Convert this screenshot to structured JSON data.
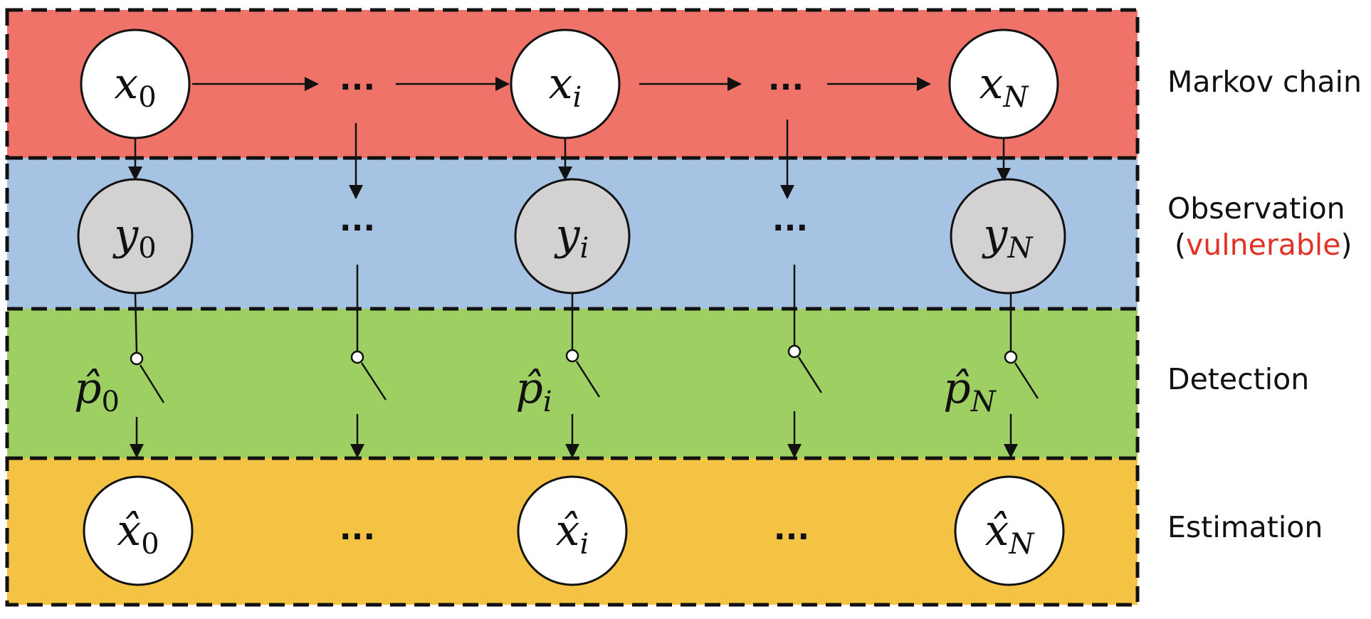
{
  "bands": {
    "markov": {
      "label": "Markov chain",
      "color": "#f07369"
    },
    "observation": {
      "label": "Observation",
      "note_open": "(",
      "note": "vulnerable",
      "note_close": ")",
      "note_color": "#e03326",
      "color": "#a6c3e4"
    },
    "detection": {
      "label": "Detection",
      "color": "#9ecf62"
    },
    "estimation": {
      "label": "Estimation",
      "color": "#f4c343"
    }
  },
  "ellipsis": "...",
  "nodes": {
    "x": [
      {
        "base": "x",
        "sub": "0"
      },
      {
        "base": "x",
        "sub": "i"
      },
      {
        "base": "x",
        "sub": "N"
      }
    ],
    "y": [
      {
        "base": "y",
        "sub": "0"
      },
      {
        "base": "y",
        "sub": "i"
      },
      {
        "base": "y",
        "sub": "N"
      }
    ],
    "p": [
      {
        "base": "p̂",
        "sub": "0"
      },
      {
        "base": "p̂",
        "sub": "i"
      },
      {
        "base": "p̂",
        "sub": "N"
      }
    ],
    "xhat": [
      {
        "base": "x̂",
        "sub": "0"
      },
      {
        "base": "x̂",
        "sub": "i"
      },
      {
        "base": "x̂",
        "sub": "N"
      }
    ]
  },
  "colors": {
    "observed_node_fill": "#d3d1d2",
    "hidden_node_fill": "#ffffff",
    "stroke": "#111111"
  }
}
